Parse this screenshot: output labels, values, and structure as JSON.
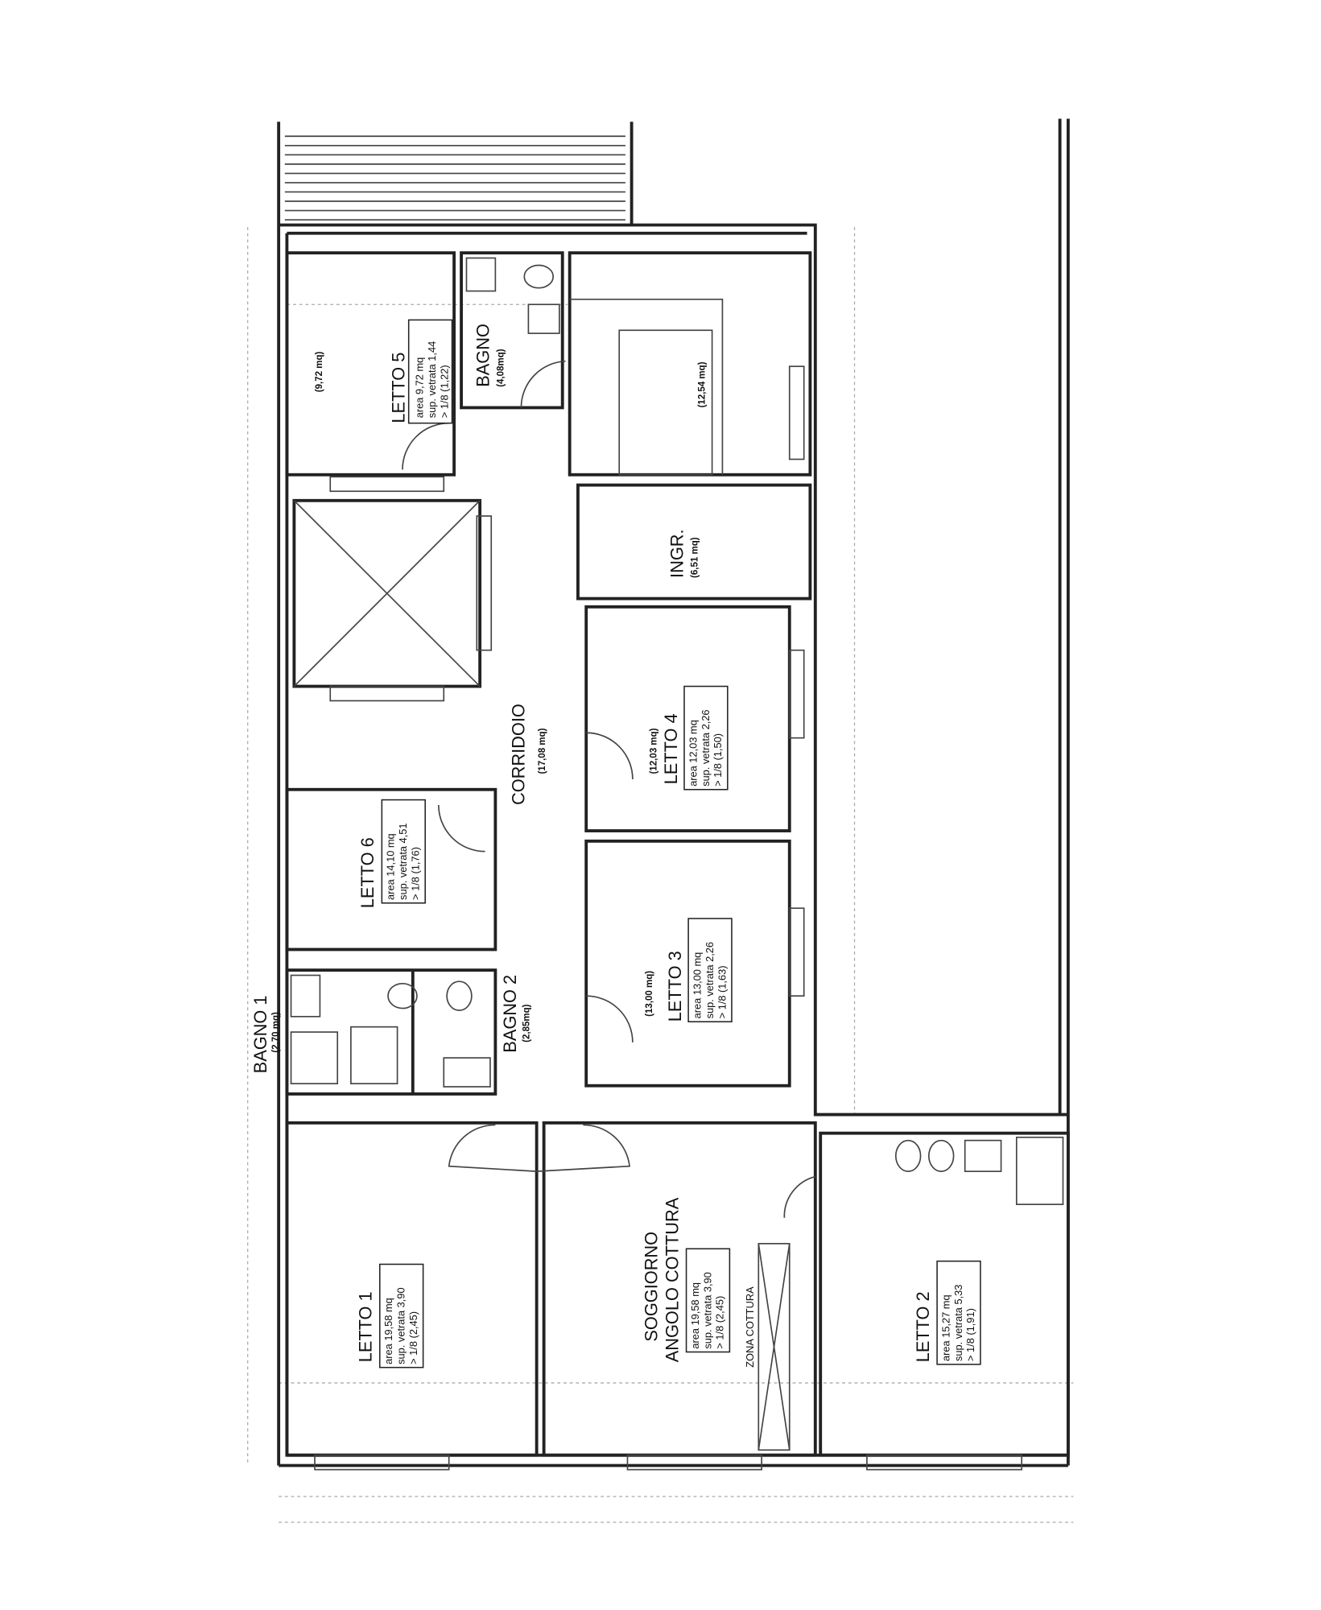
{
  "rooms": {
    "letto5": {
      "name": "LETTO 5",
      "mq": "(9,72 mq)",
      "lines": [
        "area 9,72 mq",
        "sup. vetrata 1,44",
        "> 1/8 (1,22)"
      ]
    },
    "bagno": {
      "name": "BAGNO",
      "mq": "(4,08mq)"
    },
    "scala": {
      "mq": "(12,54 mq)"
    },
    "ingr": {
      "name": "INGR.",
      "mq": "(6,51 mq)"
    },
    "letto4": {
      "name": "LETTO 4",
      "mq": "(12,03 mq)",
      "lines": [
        "area 12,03 mq",
        "sup. vetrata 2,26",
        "> 1/8 (1,50)"
      ]
    },
    "corridoio": {
      "name": "CORRIDOIO",
      "mq": "(17,08 mq)"
    },
    "letto6": {
      "name": "LETTO 6",
      "lines": [
        "area 14,10 mq",
        "sup. vetrata 4,51",
        "> 1/8 (1,76)"
      ]
    },
    "letto3": {
      "name": "LETTO 3",
      "mq": "(13,00 mq)",
      "lines": [
        "area 13,00 mq",
        "sup. vetrata 2,26",
        "> 1/8 (1,63)"
      ]
    },
    "bagno1": {
      "name": "BAGNO 1",
      "mq": "(2,70 mq)"
    },
    "bagno2": {
      "name": "BAGNO 2",
      "mq": "(2,85mq)"
    },
    "letto1": {
      "name": "LETTO 1",
      "lines": [
        "area 19,58 mq",
        "sup. vetrata 3,90",
        "> 1/8 (2,45)"
      ]
    },
    "soggiorno": {
      "name1": "SOGGIORNO",
      "name2": "ANGOLO COTTURA",
      "lines": [
        "area 19,58 mq",
        "sup. vetrata 3,90",
        "> 1/8 (2,45)"
      ],
      "zona": "ZONA COTTURA"
    },
    "letto2": {
      "name": "LETTO 2",
      "lines": [
        "area 15,27 mq",
        "sup. vetrata 5,33",
        "> 1/8 (1,91)"
      ]
    }
  }
}
